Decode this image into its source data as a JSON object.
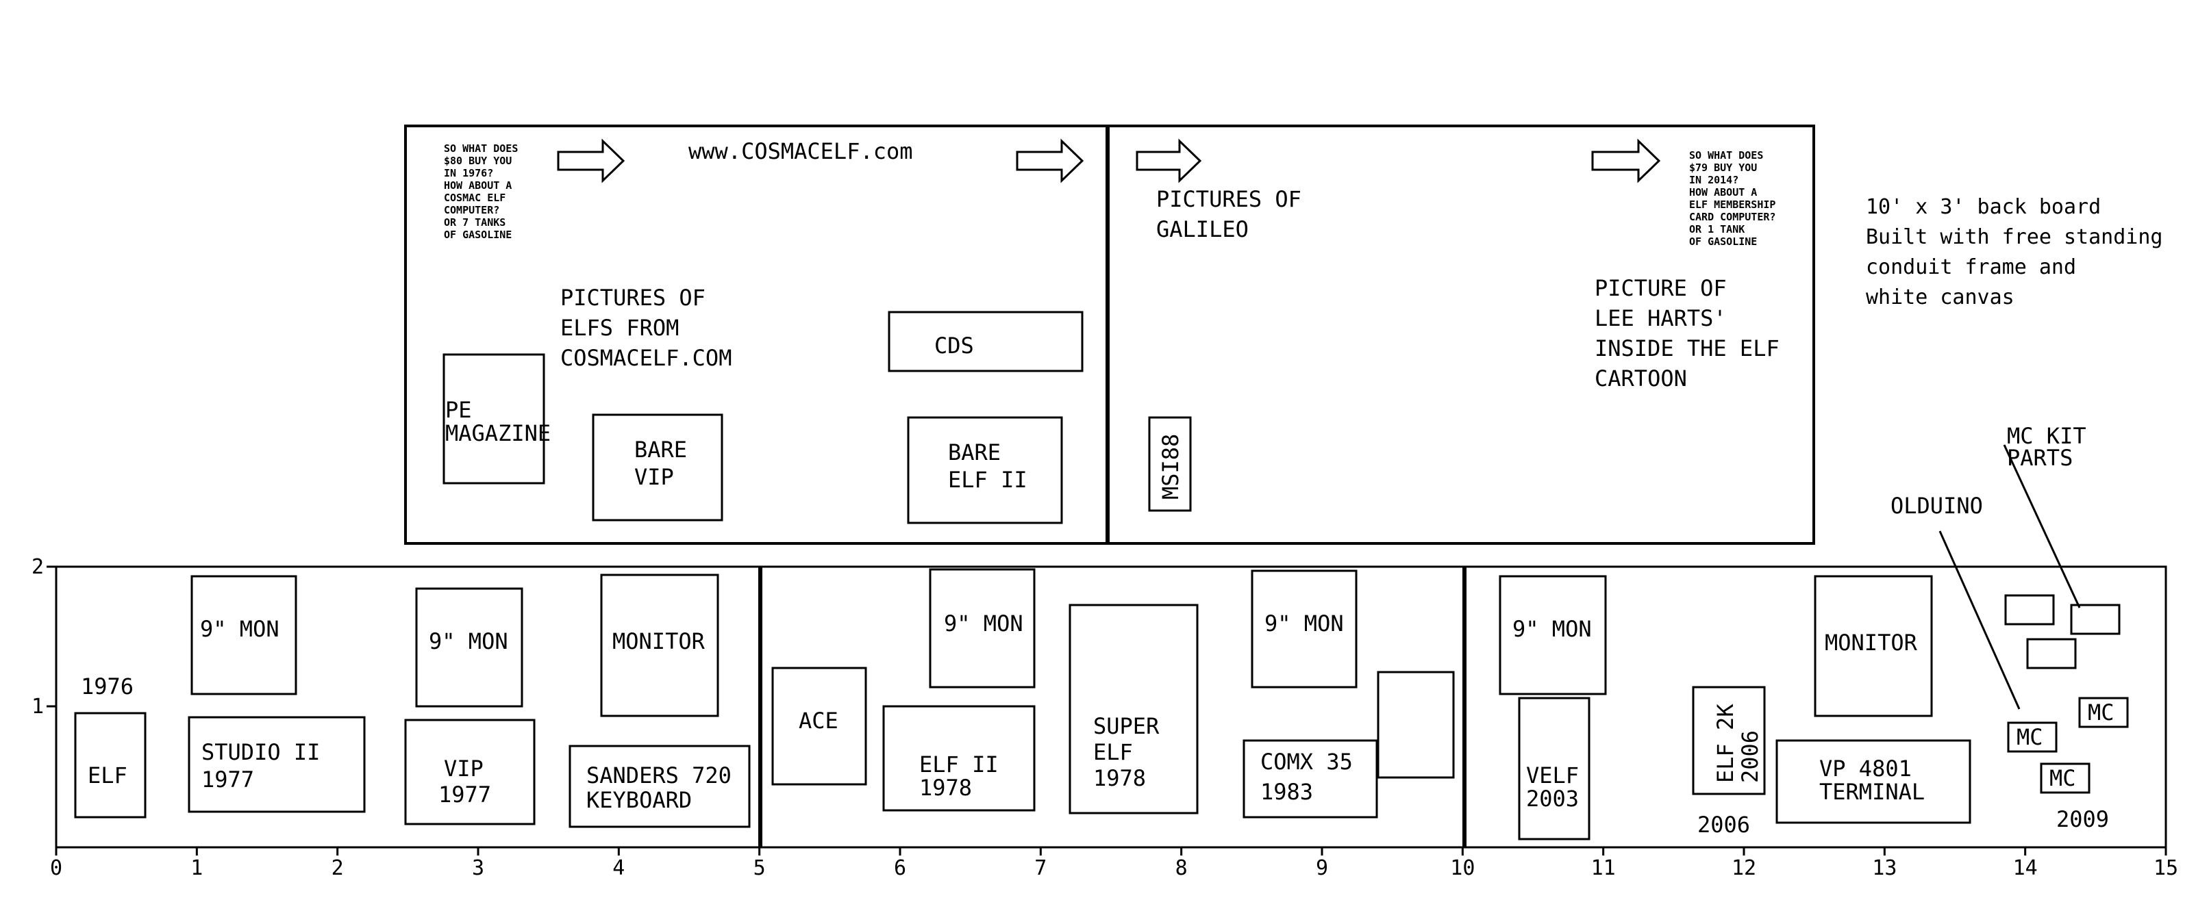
{
  "header": {
    "url": "www.COSMACELF.com",
    "note_lines": [
      "10' x 3' back board",
      "Built with free standing",
      "conduit frame and",
      "white canvas"
    ]
  },
  "upper_panels": {
    "left": {
      "small_text": [
        "SO WHAT DOES",
        "$80 BUY YOU",
        "IN 1976?",
        "HOW ABOUT A",
        "COSMAC ELF",
        "COMPUTER?",
        "OR 7 TANKS",
        "OF GASOLINE"
      ],
      "pictures_label": [
        "PICTURES OF",
        "ELFS FROM",
        "COSMACELF.COM"
      ],
      "pe_magazine": [
        "PE",
        "MAGAZINE"
      ],
      "bare_vip": [
        "BARE",
        "VIP"
      ],
      "cds": "CDS",
      "bare_elf2": [
        "BARE",
        "ELF II"
      ]
    },
    "right": {
      "pictures_label": [
        "PICTURES OF",
        "GALILEO"
      ],
      "msi88": "MSI88",
      "small_text": [
        "SO WHAT DOES",
        "$79 BUY YOU",
        "IN 2014?",
        "HOW ABOUT A",
        "ELF MEMBERSHIP",
        "CARD COMPUTER?",
        "OR 1 TANK",
        "OF GASOLINE"
      ],
      "picture_label": [
        "PICTURE OF",
        "LEE HARTS'",
        "INSIDE THE ELF",
        "CARTOON"
      ]
    }
  },
  "axes": {
    "x_ticks": [
      "0",
      "1",
      "2",
      "3",
      "4",
      "5",
      "6",
      "7",
      "8",
      "9",
      "10",
      "11",
      "12",
      "13",
      "14",
      "15"
    ],
    "y_ticks": [
      "1",
      "2"
    ]
  },
  "table_items": {
    "year_1976": "1976",
    "elf": "ELF",
    "mon_1": "9\" MON",
    "studio2": [
      "STUDIO II",
      "1977"
    ],
    "mon_2": "9\" MON",
    "vip": [
      "VIP",
      "1977"
    ],
    "monitor_1": "MONITOR",
    "sanders": [
      "SANDERS 720",
      "KEYBOARD"
    ],
    "ace": "ACE",
    "mon_3": "9\" MON",
    "elf2": [
      "ELF II",
      "1978"
    ],
    "super_elf": [
      "SUPER",
      "ELF",
      "1978"
    ],
    "mon_4": "9\" MON",
    "comx": [
      "COMX 35",
      "1983"
    ],
    "mon_5": "9\" MON",
    "velf": [
      "VELF",
      "2003"
    ],
    "elf2k": [
      "ELF 2K",
      "2006"
    ],
    "year_2006": "2006",
    "monitor_2": "MONITOR",
    "vp4801": [
      "VP 4801",
      "TERMINAL"
    ],
    "olduino": "OLDUINO",
    "mc_kit_parts": [
      "MC KIT",
      "PARTS"
    ],
    "mc": "MC",
    "year_2009": "2009"
  }
}
